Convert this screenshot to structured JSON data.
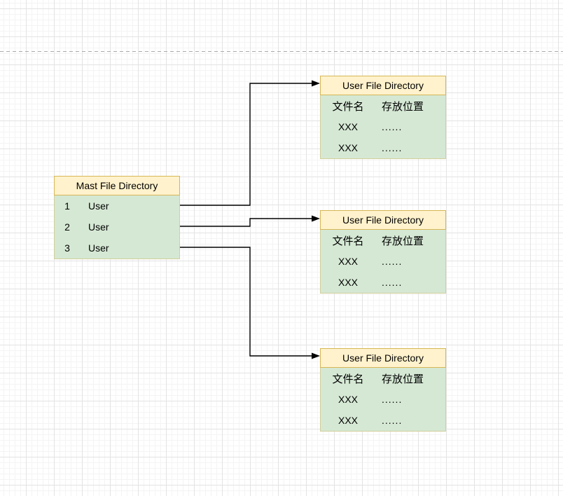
{
  "colors": {
    "header_fill": "#fff2cc",
    "header_border": "#d6b656",
    "body_fill": "#d5e8d4",
    "body_border": "#d2cf9a",
    "text": "#000000",
    "arrow": "#000000",
    "grid_minor": "#f4f4f4",
    "grid_major": "#e3e3e3",
    "page_break": "#ababab"
  },
  "diagram": {
    "master_table": {
      "title": "Mast File Directory",
      "rows": [
        {
          "index": "1",
          "label": "User"
        },
        {
          "index": "2",
          "label": "User"
        },
        {
          "index": "3",
          "label": "User"
        }
      ]
    },
    "user_tables": [
      {
        "title": "User File Directory",
        "columns": [
          "文件名",
          "存放位置"
        ],
        "rows": [
          [
            "XXX",
            "......"
          ],
          [
            "XXX",
            "......"
          ]
        ]
      },
      {
        "title": "User File Directory",
        "columns": [
          "文件名",
          "存放位置"
        ],
        "rows": [
          [
            "XXX",
            "......"
          ],
          [
            "XXX",
            "......"
          ]
        ]
      },
      {
        "title": "User File Directory",
        "columns": [
          "文件名",
          "存放位置"
        ],
        "rows": [
          [
            "XXX",
            "......"
          ],
          [
            "XXX",
            "......"
          ]
        ]
      }
    ]
  }
}
